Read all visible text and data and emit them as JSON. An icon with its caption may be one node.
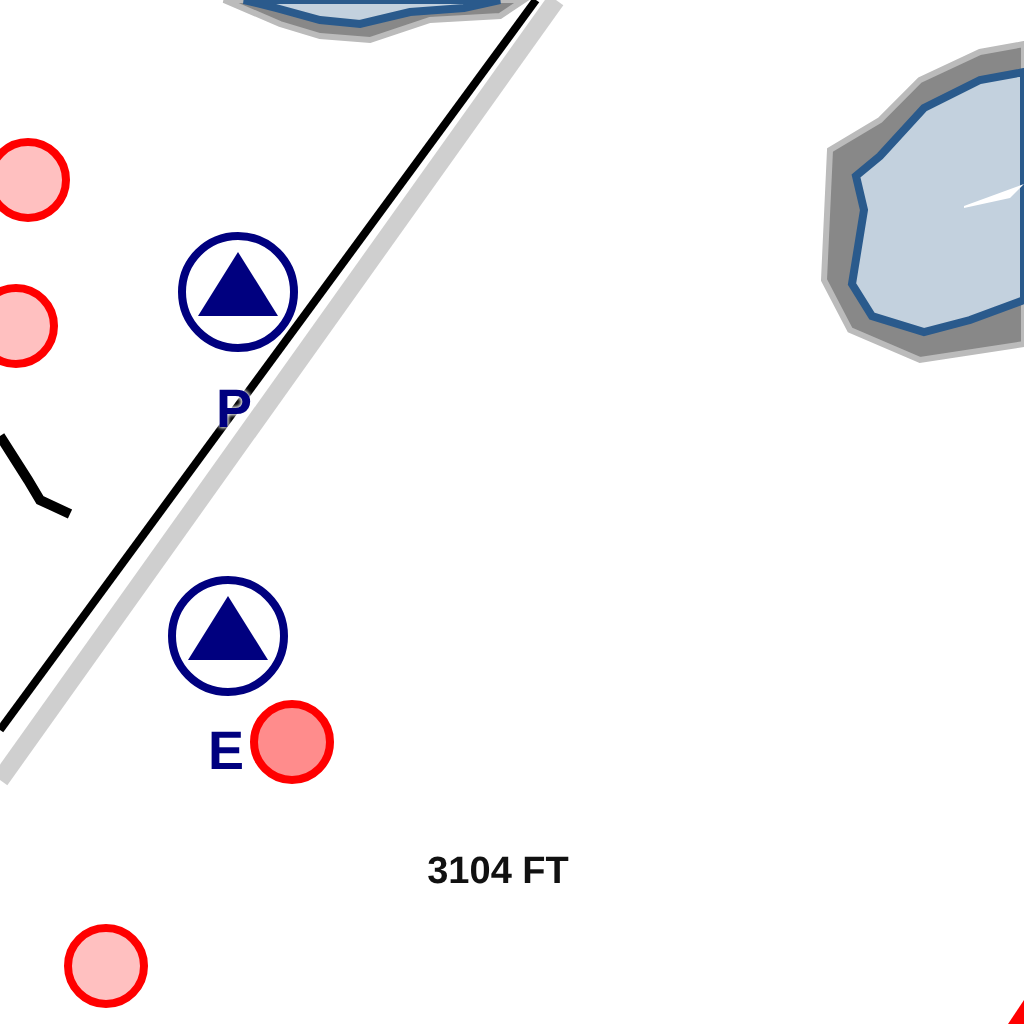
{
  "diagram": {
    "labels": [
      "P",
      "E",
      "3104 FT"
    ]
  }
}
